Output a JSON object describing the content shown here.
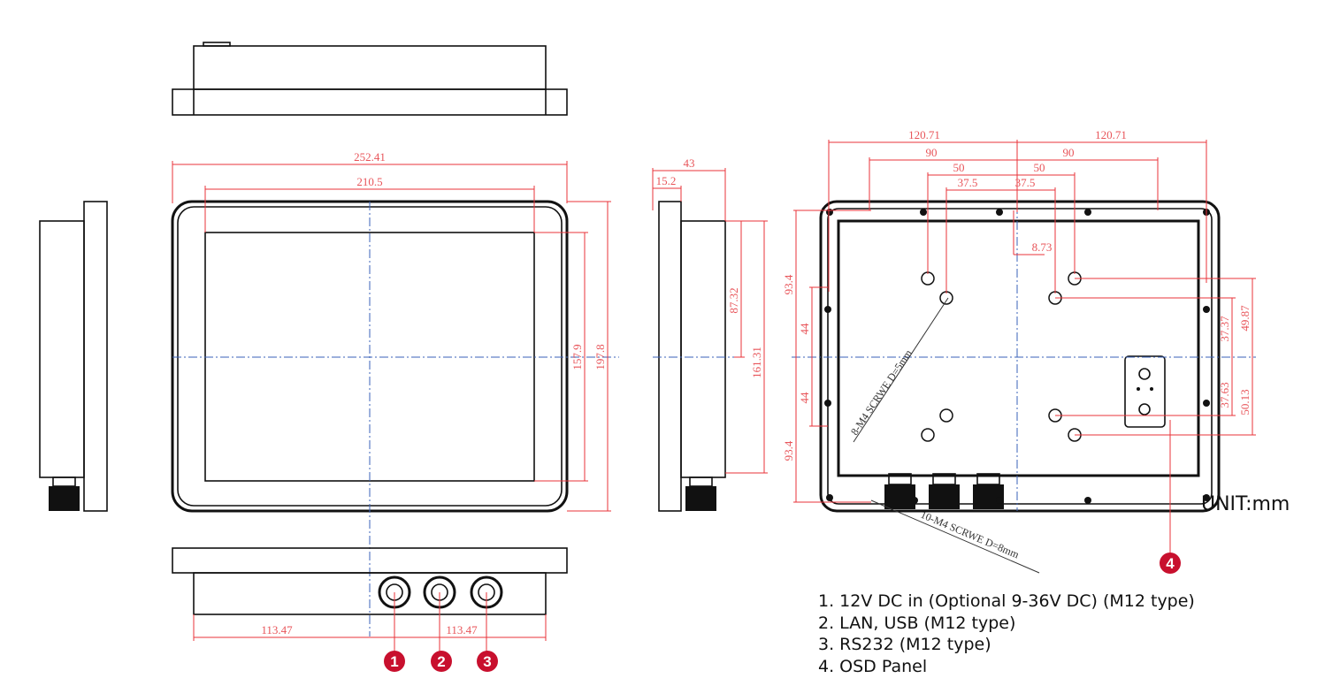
{
  "dimensions": {
    "front_width": "252.41",
    "screen_width": "210.5",
    "screen_height": "157.9",
    "front_height": "197.8",
    "depth": "43",
    "bezel_depth": "15.2",
    "side_half": "87.32",
    "side_height": "161.31",
    "bottom_left": "113.47",
    "bottom_right": "113.47",
    "back_w_left": "120.71",
    "back_w_right": "120.71",
    "back_90_left": "90",
    "back_90_right": "90",
    "back_50_left": "50",
    "back_50_right": "50",
    "back_37_left": "37.5",
    "back_37_right": "37.5",
    "offset": "8.73",
    "left_top": "93.4",
    "left_44_top": "44",
    "left_44_bottom": "44",
    "left_bottom": "93.4",
    "right_37_37": "37.37",
    "right_49_87": "49.87",
    "right_37_63": "37.63",
    "right_50_13": "50.13"
  },
  "notes": {
    "screw_8": "8-M4 SCRWE D=5mm",
    "screw_10": "10-M4 SCRWE D=8mm"
  },
  "markers": [
    "1",
    "2",
    "3",
    "4"
  ],
  "unit": "UNIT:mm",
  "legend": [
    "1. 12V DC in (Optional 9-36V DC) (M12 type)",
    "2. LAN, USB (M12 type)",
    "3. RS232 (M12 type)",
    "4. OSD Panel"
  ],
  "colors": {
    "dimension": "#e8333a",
    "centerline": "#3a62b8",
    "marker": "#c8102e"
  }
}
